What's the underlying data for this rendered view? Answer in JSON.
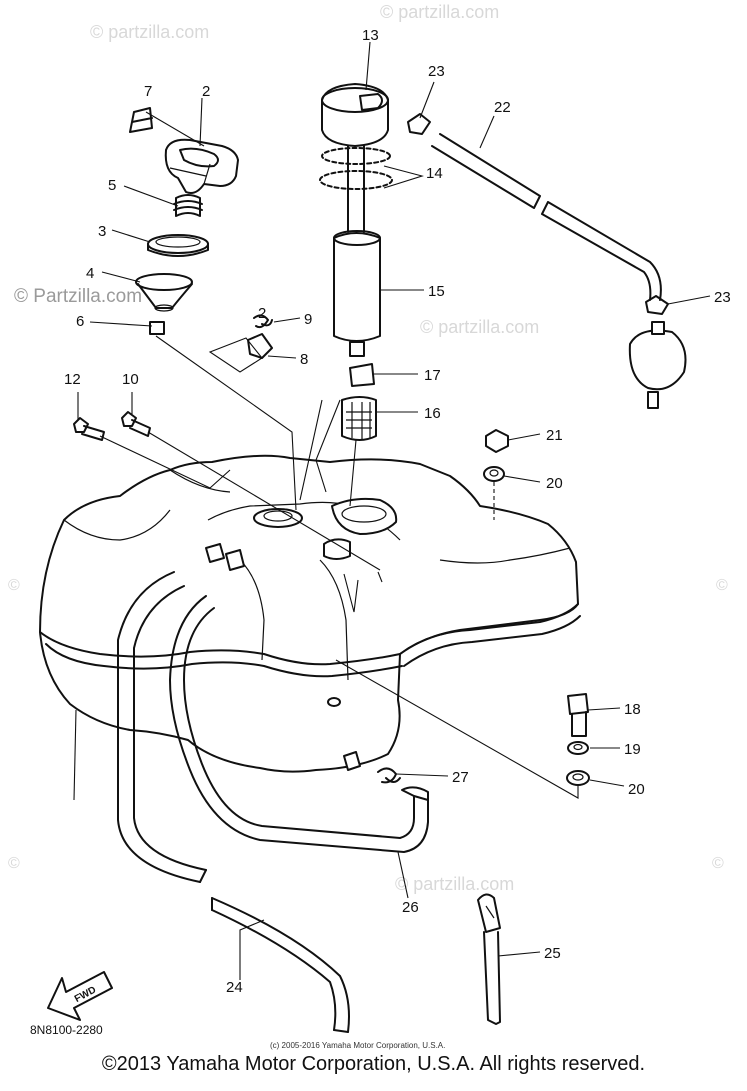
{
  "watermarks": {
    "site": "© Partzilla.com",
    "site_short": "© partzilla.com",
    "symbol": "©"
  },
  "callouts": {
    "c2": "2",
    "c3": "3",
    "c4": "4",
    "c5": "5",
    "c6": "6",
    "c7": "7",
    "c8": "8",
    "c9": "9",
    "c9b": "2",
    "c10": "10",
    "c12": "12",
    "c13": "13",
    "c14": "14",
    "c15": "15",
    "c16": "16",
    "c17": "17",
    "c18": "18",
    "c19": "19",
    "c20a": "20",
    "c20b": "20",
    "c21": "21",
    "c22": "22",
    "c23a": "23",
    "c23b": "23",
    "c24": "24",
    "c25": "25",
    "c26": "26",
    "c27": "27"
  },
  "diagram_code": "8N8100-2280",
  "fwd_label": "FWD",
  "small_copyright": "(c) 2005-2016 Yamaha Motor Corporation, U.S.A.",
  "footer": "©2013 Yamaha Motor Corporation, U.S.A. All rights reserved."
}
